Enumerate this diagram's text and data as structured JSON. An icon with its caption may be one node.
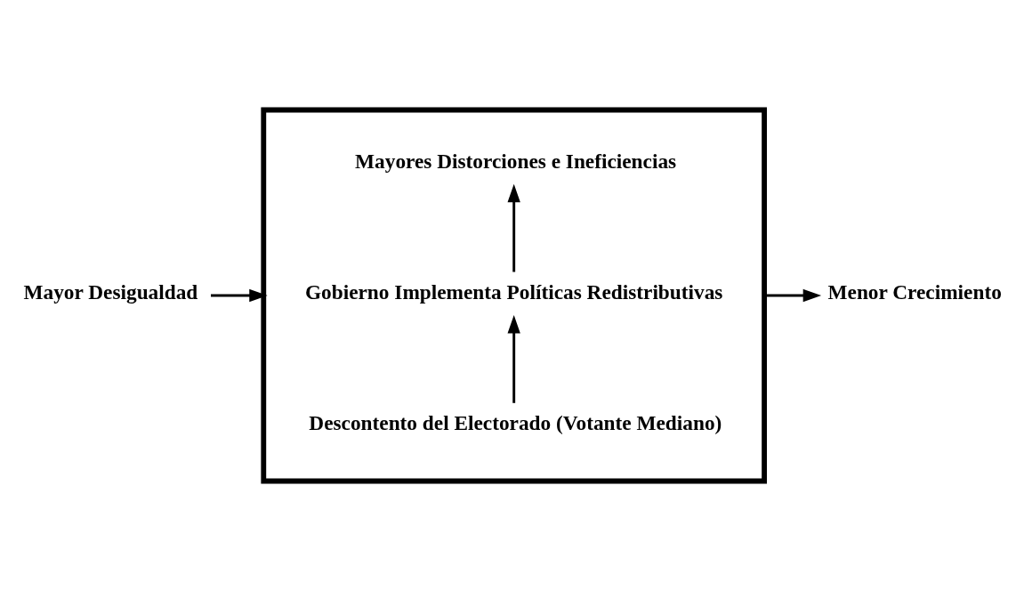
{
  "diagram": {
    "nodes": [
      {
        "text": [
          "Mayor Desigualdad"
        ]
      },
      {
        "text": [],
        "shape": "box"
      },
      {
        "text": [
          "Descontento del Electorado (Votante Mediano)"
        ],
        "in": 1
      },
      {
        "text": [
          "Gobierno Implementa Políticas Redistributivas"
        ],
        "in": 1
      },
      {
        "text": [
          "Mayores Distorciones e Ineficiencias"
        ],
        "in": 1
      },
      {
        "text": [
          "Menor Crecimiento"
        ]
      }
    ],
    "edges": [
      {
        "from": 0,
        "to": 1,
        "arrow": "to"
      },
      {
        "from": 2,
        "to": 3,
        "arrow": "to"
      },
      {
        "from": 3,
        "to": 4,
        "arrow": "to"
      },
      {
        "from": 1,
        "to": 5,
        "arrow": "to"
      }
    ]
  }
}
